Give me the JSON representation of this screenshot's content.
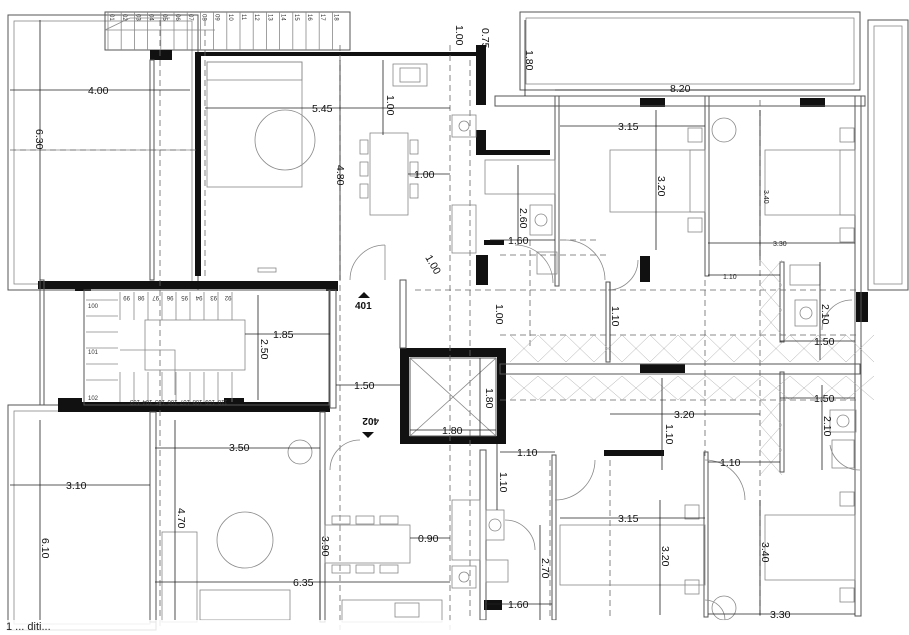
{
  "units": {
    "u401": "401",
    "u402": "402"
  },
  "dims": {
    "d_4_00": "4.00",
    "d_6_30": "6.30",
    "d_5_45": "5.45",
    "d_1_00a": "1.00",
    "d_4_80": "4.80",
    "d_1_00b": "1.00",
    "d_1_00c": "1.00",
    "d_1_00d": "1.00",
    "d_1_00e": "1.00",
    "d_0_75": "0.75",
    "d_1_80a": "1.80",
    "d_8_20": "8.20",
    "d_3_15a": "3.15",
    "d_3_20a": "3.20",
    "d_3_40a": "3.40",
    "d_2_60": "2.60",
    "d_1_60a": "1.60",
    "d_3_30a": "3.30",
    "d_1_10a": "1.10",
    "d_1_10b": "1.10",
    "d_2_10a": "2.10",
    "d_1_50a": "1.50",
    "d_1_85": "1.85",
    "d_2_50": "2.50",
    "d_1_50b": "1.50",
    "d_1_80b": "1.80",
    "d_1_80c": "1.80",
    "d_1_50c": "1.50",
    "d_2_10b": "2.10",
    "d_3_20b": "3.20",
    "d_1_10c": "1.10",
    "d_3_50": "3.50",
    "d_1_10d": "1.10",
    "d_1_10e": "1.10",
    "d_1_10f": "1.10",
    "d_3_10": "3.10",
    "d_4_70": "4.70",
    "d_6_10": "6.10",
    "d_3_90": "3.90",
    "d_0_90": "0.90",
    "d_6_35": "6.35",
    "d_2_70": "2.70",
    "d_3_15b": "3.15",
    "d_3_20c": "3.20",
    "d_3_40b": "3.40",
    "d_1_60b": "1.60",
    "d_3_30b": "3.30"
  },
  "stairs_top": [
    "01",
    "02",
    "03",
    "04",
    "05",
    "06",
    "07",
    "08",
    "09",
    "10",
    "11",
    "12",
    "13",
    "14",
    "15",
    "16",
    "17",
    "18"
  ],
  "stairs_mid": [
    "99",
    "98",
    "97",
    "96",
    "95",
    "94",
    "93",
    "92"
  ],
  "stairs_left": [
    "100",
    "101",
    "102"
  ],
  "stairs_bottom": [
    "103",
    "104",
    "105",
    "106",
    "107",
    "108",
    "109",
    "110"
  ],
  "caption": "1 ... diti..."
}
